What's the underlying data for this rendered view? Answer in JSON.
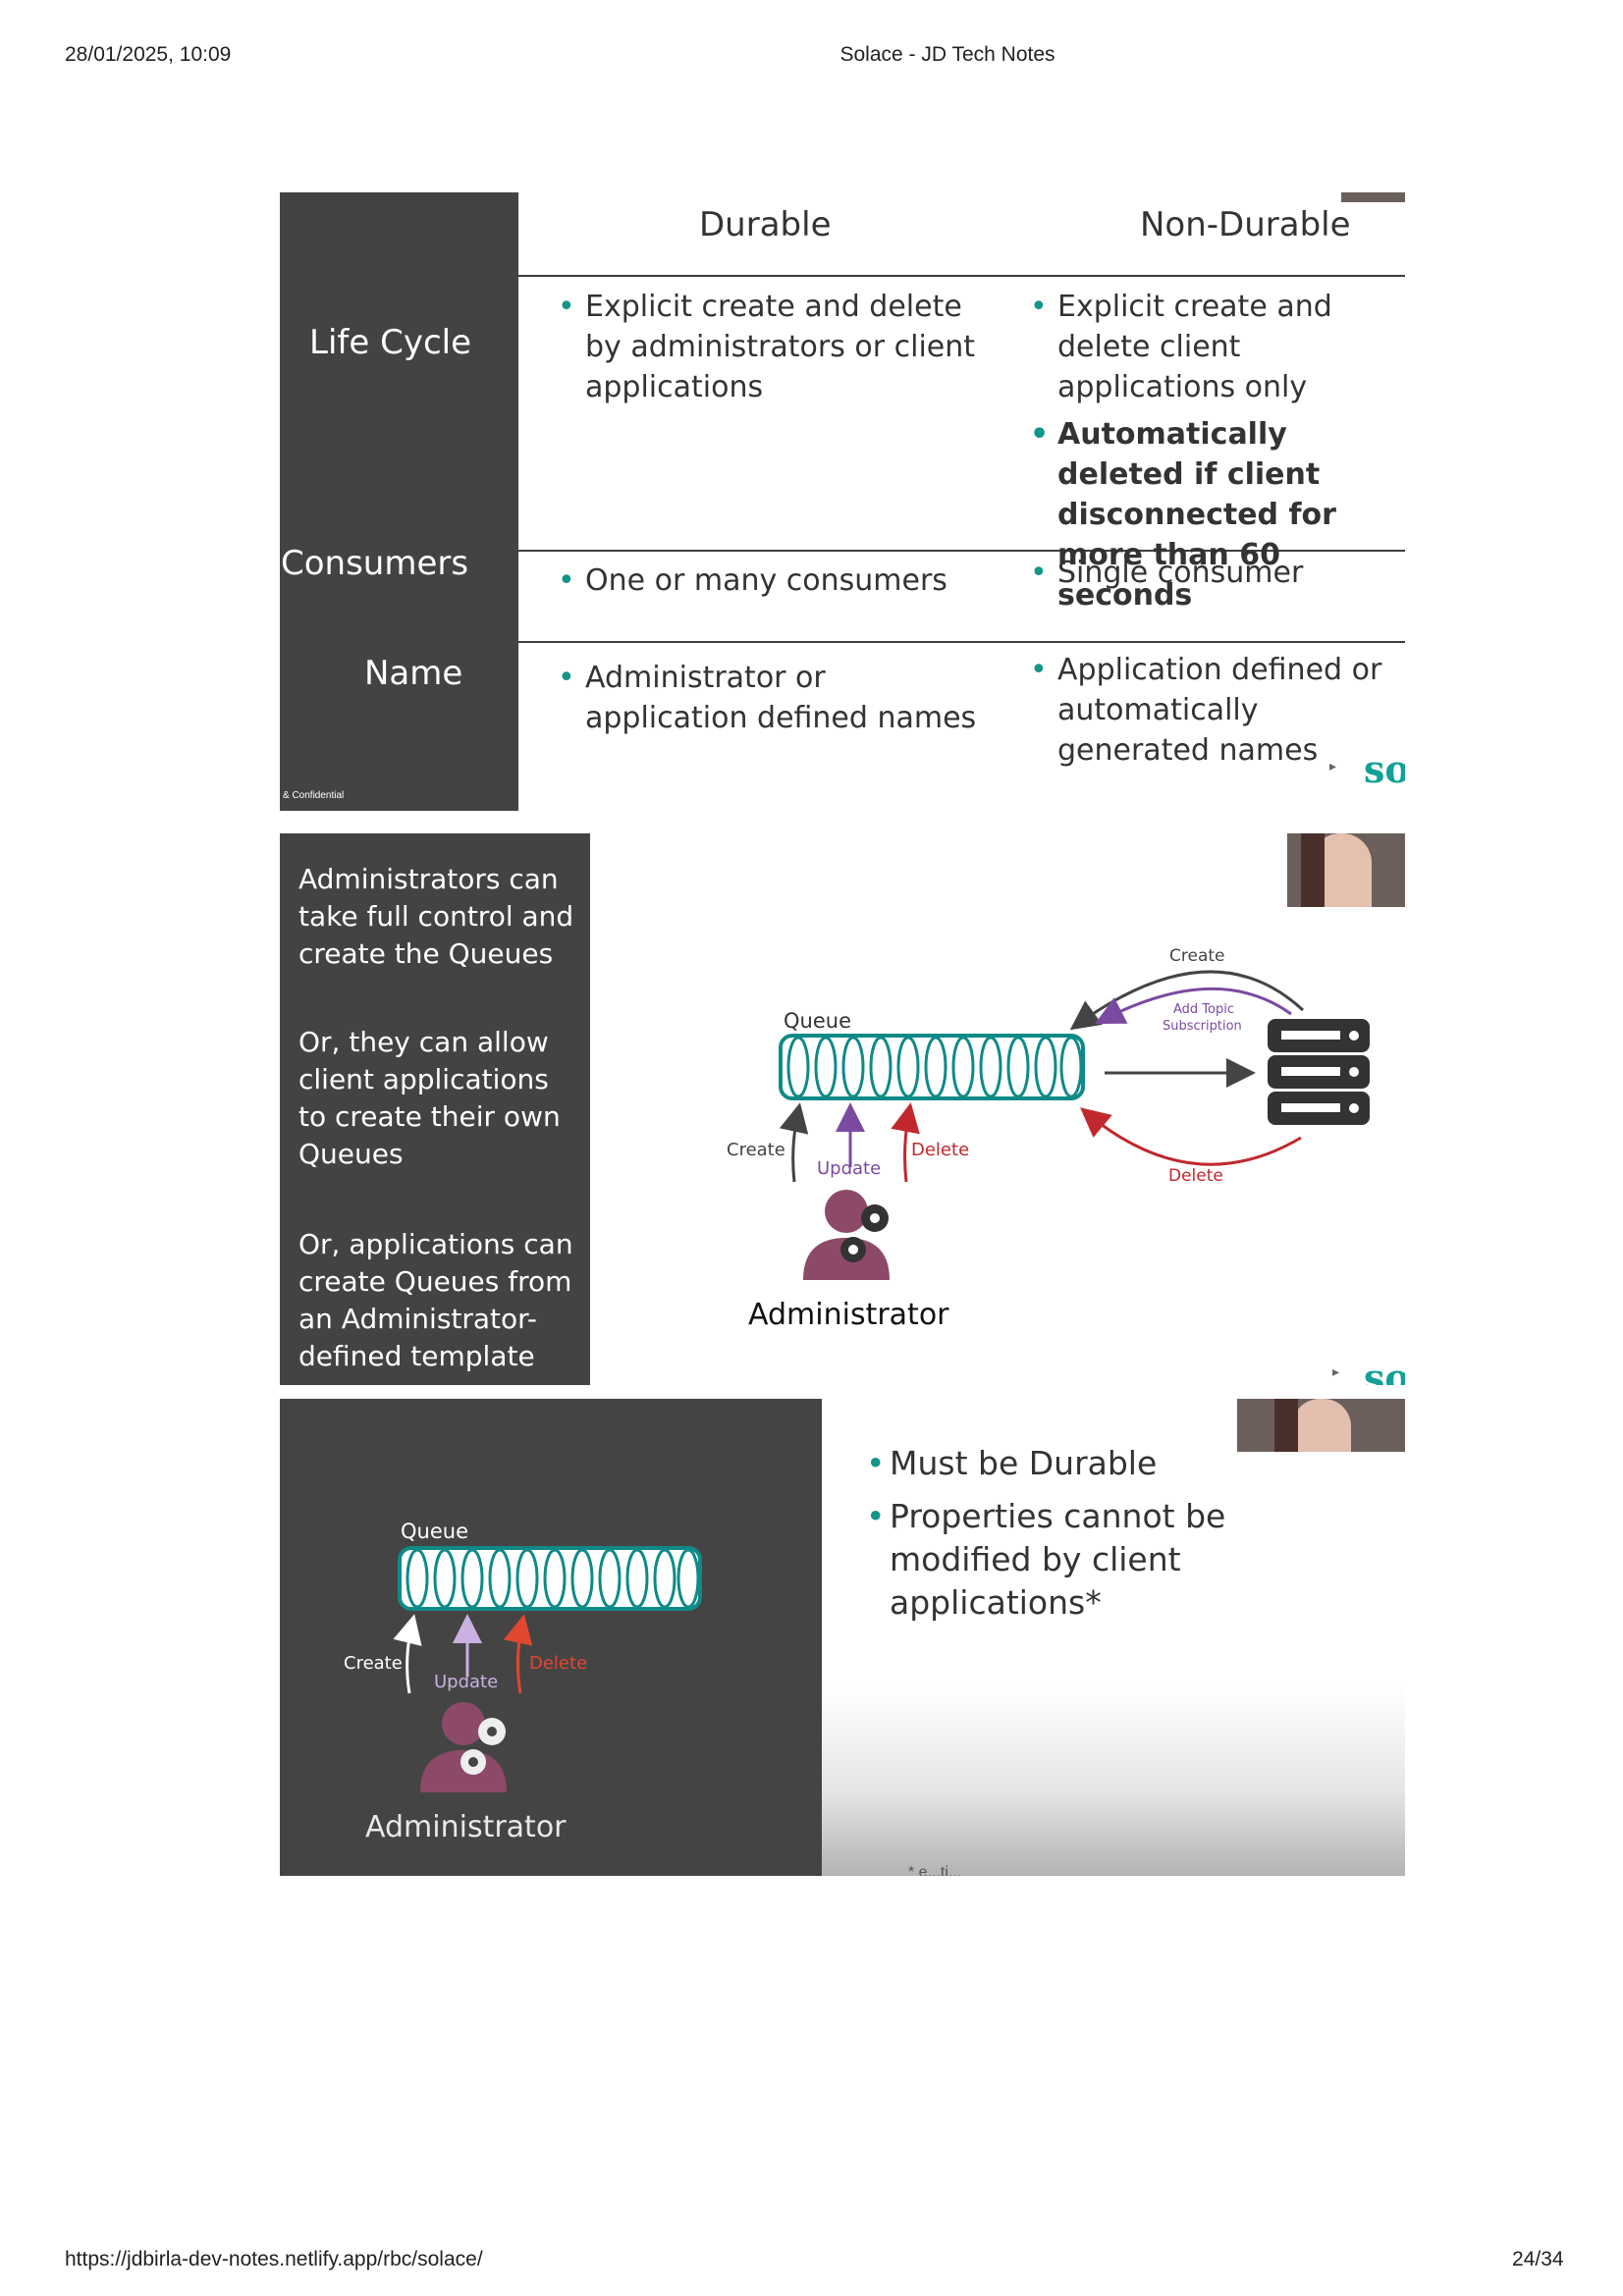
{
  "header": {
    "datetime": "28/01/2025, 10:09",
    "title": "Solace - JD Tech Notes"
  },
  "footer": {
    "url": "https://jdbirla-dev-notes.netlify.app/rbc/solace/",
    "page": "24/34"
  },
  "slide1": {
    "columns": {
      "durable": "Durable",
      "non_durable": "Non-Durable"
    },
    "rows": {
      "lifecycle": {
        "label": "Life Cycle",
        "durable": [
          "Explicit create and delete by administrators or client applications"
        ],
        "non_durable": [
          "Explicit create and delete client applications only"
        ],
        "non_durable_bold": "Automatically deleted if client disconnected for more than 60 seconds"
      },
      "consumers": {
        "label": "Consumers",
        "durable": "One or many consumers",
        "non_durable": "Single consumer"
      },
      "name": {
        "label": "Name",
        "durable": "Administrator or application defined names",
        "non_durable": "Application defined or automatically generated names"
      }
    },
    "confidential": "& Confidential",
    "brand": "sol"
  },
  "slide2": {
    "paragraphs": [
      "Administrators can take full control and create the Queues",
      "Or, they can allow client applications to create their own Queues",
      "Or, applications can create Queues from an Administrator-defined template"
    ],
    "diagram": {
      "queue": "Queue",
      "create": "Create",
      "update": "Update",
      "delete": "Delete",
      "admin": "Administrator",
      "broker_create": "Create",
      "broker_sub_1": "Add Topic",
      "broker_sub_2": "Subscription",
      "broker_delete": "Delete"
    },
    "brand": "sol"
  },
  "slide3": {
    "diagram": {
      "queue": "Queue",
      "create": "Create",
      "update": "Update",
      "delete": "Delete",
      "admin": "Administrator"
    },
    "bullets": [
      "Must be Durable",
      "Properties cannot be modified by client applications*"
    ],
    "footnote": "* e...ti..."
  },
  "colors": {
    "accent": "#12958a",
    "slide_dark": "#434343",
    "delete_red": "#c0282d",
    "update_purple": "#7a4aa0",
    "admin_mauve": "#8c4a68"
  }
}
